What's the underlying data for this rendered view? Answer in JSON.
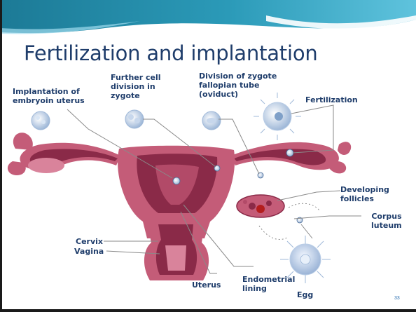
{
  "slide": {
    "title": "Fertilization and implantation",
    "page_number": "33"
  },
  "labels": {
    "implantation": [
      "Implantation of",
      "embryoin uterus"
    ],
    "further_division": [
      "Further cell",
      "division in",
      "zygote"
    ],
    "zygote_division": [
      "Division of zygote",
      "fallopian tube",
      "(oviduct)"
    ],
    "fertilization": [
      "Fertilization"
    ],
    "developing_follicles": [
      "Developing",
      "follicles"
    ],
    "corpus_luteum": [
      "Corpus",
      "luteum"
    ],
    "cervix": [
      "Cervix"
    ],
    "vagina": [
      "Vagina"
    ],
    "uterus": [
      "Uterus"
    ],
    "endometrial_lining": [
      "Endometrial",
      "lining"
    ],
    "egg": [
      "Egg"
    ]
  },
  "colors": {
    "title": "#1f3d6b",
    "label": "#1f3d6b",
    "banner_dark": "#1c7a96",
    "banner_light": "#5fc3dd",
    "tissue_outer": "#c45c78",
    "tissue_inner": "#8a2a48",
    "cell": "#b9cde6"
  }
}
